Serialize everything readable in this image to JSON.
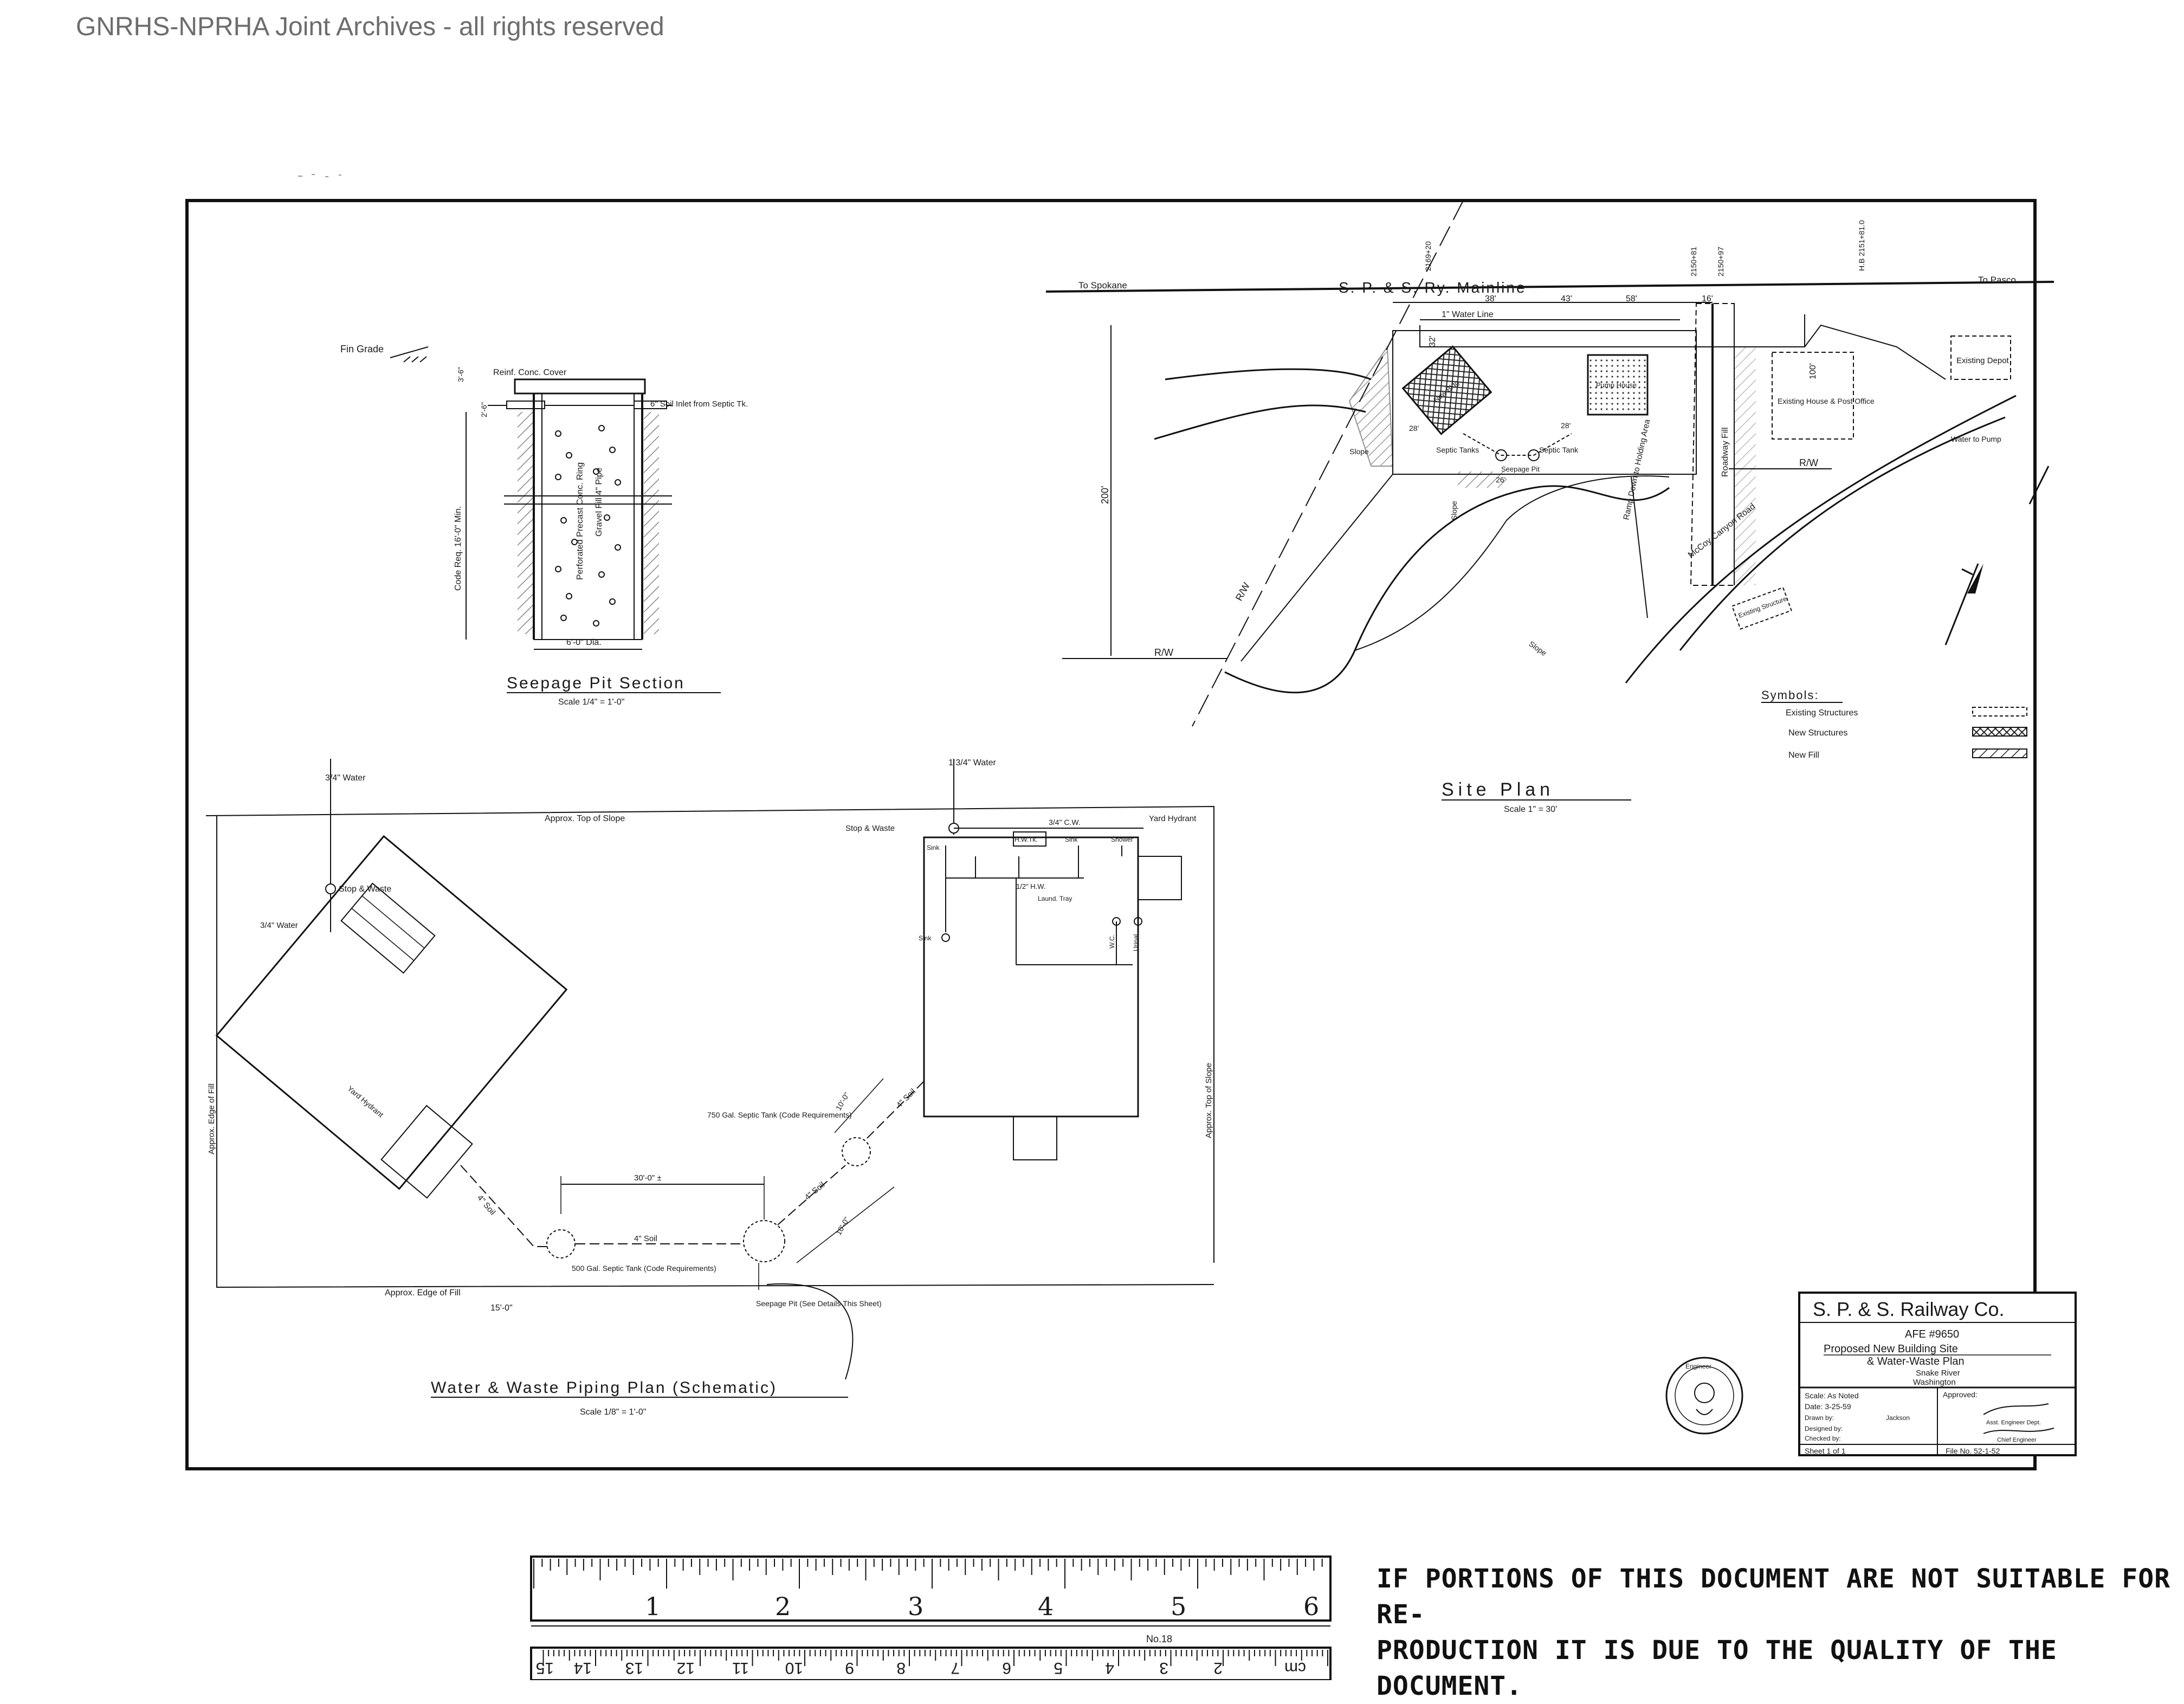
{
  "watermark": "GNRHS-NPRHA Joint Archives - all rights reserved",
  "seepage_pit": {
    "title": "Seepage Pit Section",
    "scale": "Scale 1/4\" = 1'-0\"",
    "labels": {
      "fin_grade": "Fin Grade",
      "cover": "Reinf. Conc. Cover",
      "inlet": "6\" Soil Inlet from Septic Tk.",
      "depth": "Code Req. 16'-0\" Min.",
      "dia": "6'-0\" Dia.",
      "wall": "Perforated Precast Conc. Ring",
      "fill": "Gravel Fill 4\" Pipe",
      "top": "3'-6\"",
      "mid": "2'-6\""
    }
  },
  "site_plan": {
    "title": "Site Plan",
    "scale": "Scale 1\" = 30'",
    "mainline": "S. P. & S. Ry. Mainline",
    "to_spokane": "To Spokane",
    "to_pasco": "To Pasco",
    "stations": [
      "2169+20",
      "2150+81",
      "2150+97",
      "H.B 2151+81.0"
    ],
    "water_line": "1\" Water Line",
    "dims": [
      "38'",
      "43'",
      "58'",
      "16'",
      "32'",
      "100'",
      "200'",
      "28'",
      "28'",
      "26'"
    ],
    "labels": {
      "existing_depot": "Existing Depot",
      "existing_house": "Existing House & Post Office",
      "water_to_pump": "Water to Pump",
      "septic_tanks": "Septic Tanks",
      "septic_tank": "Septic Tank",
      "seepage_pit": "Seepage Pit",
      "slope": "Slope",
      "slope2": "Slope",
      "roadway_fill": "Roadway Fill",
      "ramp": "Ramp Down to Holding Area",
      "road": "McCoy Canyon Road",
      "existing_structure": "Existing Structure",
      "rw1": "R/W",
      "rw2": "R/W",
      "rw3": "R/W",
      "new_bldg": "New Bldg",
      "pump_house": "Pump House",
      "slope3": "Slope"
    },
    "symbols_title": "Symbols:",
    "symbols": [
      "Existing Structures",
      "New Structures",
      "New Fill"
    ]
  },
  "piping_plan": {
    "title": "Water & Waste Piping Plan (Schematic)",
    "scale": "Scale 1/8\" = 1'-0\"",
    "labels": {
      "water_top_left": "3/4\" Water",
      "water_top_right": "1 3/4\" Water",
      "approx_top": "Approx. Top of Slope",
      "stop_waste": "Stop & Waste",
      "stop_waste2": "Stop & Waste",
      "yard_hydrant": "Yard Hydrant",
      "yard_hydrant2": "Yard Hydrant",
      "water_left": "3/4\" Water",
      "approx_edge_fill_left": "Approx. Edge of Fill",
      "approx_top_right": "Approx. Top of Slope",
      "approx_edge_fill_bottom": "Approx. Edge of Fill",
      "dim_15": "15'-0\"",
      "septic_750": "750 Gal. Septic Tank (Code Requirements)",
      "septic_500": "500 Gal. Septic Tank (Code Requirements)",
      "seepage_pit": "Seepage Pit (See Details This Sheet)",
      "soil4": "4\" Soil",
      "soil4b": "4\" Soil",
      "soil4c": "4\" Soil",
      "soil4d": "4\" Soil",
      "dim_30": "30'-0\" ±",
      "dim_10a": "10'-0\"",
      "dim_10b": "10'-0\"",
      "hwtk": "H.W.Tk.",
      "sink": "Sink",
      "shower": "Shower",
      "sink2": "Sink",
      "sink3": "Sink",
      "cw": "3/4\" C.W.",
      "hw": "1/2\" H.W.",
      "laundry": "Laund. Tray",
      "wc": "W.C.",
      "urinal": "Urinal"
    }
  },
  "title_block": {
    "company": "S. P. & S. Railway Co.",
    "afe": "AFE #9650",
    "title1": "Proposed New Building Site",
    "title2": "& Water-Waste Plan",
    "location1": "Snake River",
    "location2": "Washington",
    "scale": "Scale: As Noted",
    "date": "Date: 3-25-59",
    "drawn": "Drawn by:",
    "drawn_name": "Jackson",
    "designed": "Designed by:",
    "checked": "Checked by:",
    "approved": "Approved:",
    "sig1": "Asst. Engineer Dept.",
    "sig2": "Chief Engineer",
    "sheet": "Sheet 1 of 1",
    "file": "File No. 52-1-52"
  },
  "seal_text": "Engineer",
  "ruler": {
    "inches": [
      "1",
      "2",
      "3",
      "4",
      "5",
      "6"
    ],
    "cm": [
      "cm",
      "2",
      "3",
      "4",
      "5",
      "6",
      "7",
      "8",
      "9",
      "10",
      "11",
      "12",
      "13",
      "14",
      "15"
    ],
    "brand": "No.18"
  },
  "notice": {
    "line1": "IF PORTIONS OF THIS DOCUMENT ARE NOT SUITABLE FOR RE-",
    "line2": "PRODUCTION IT IS DUE TO THE QUALITY OF THE DOCUMENT."
  }
}
